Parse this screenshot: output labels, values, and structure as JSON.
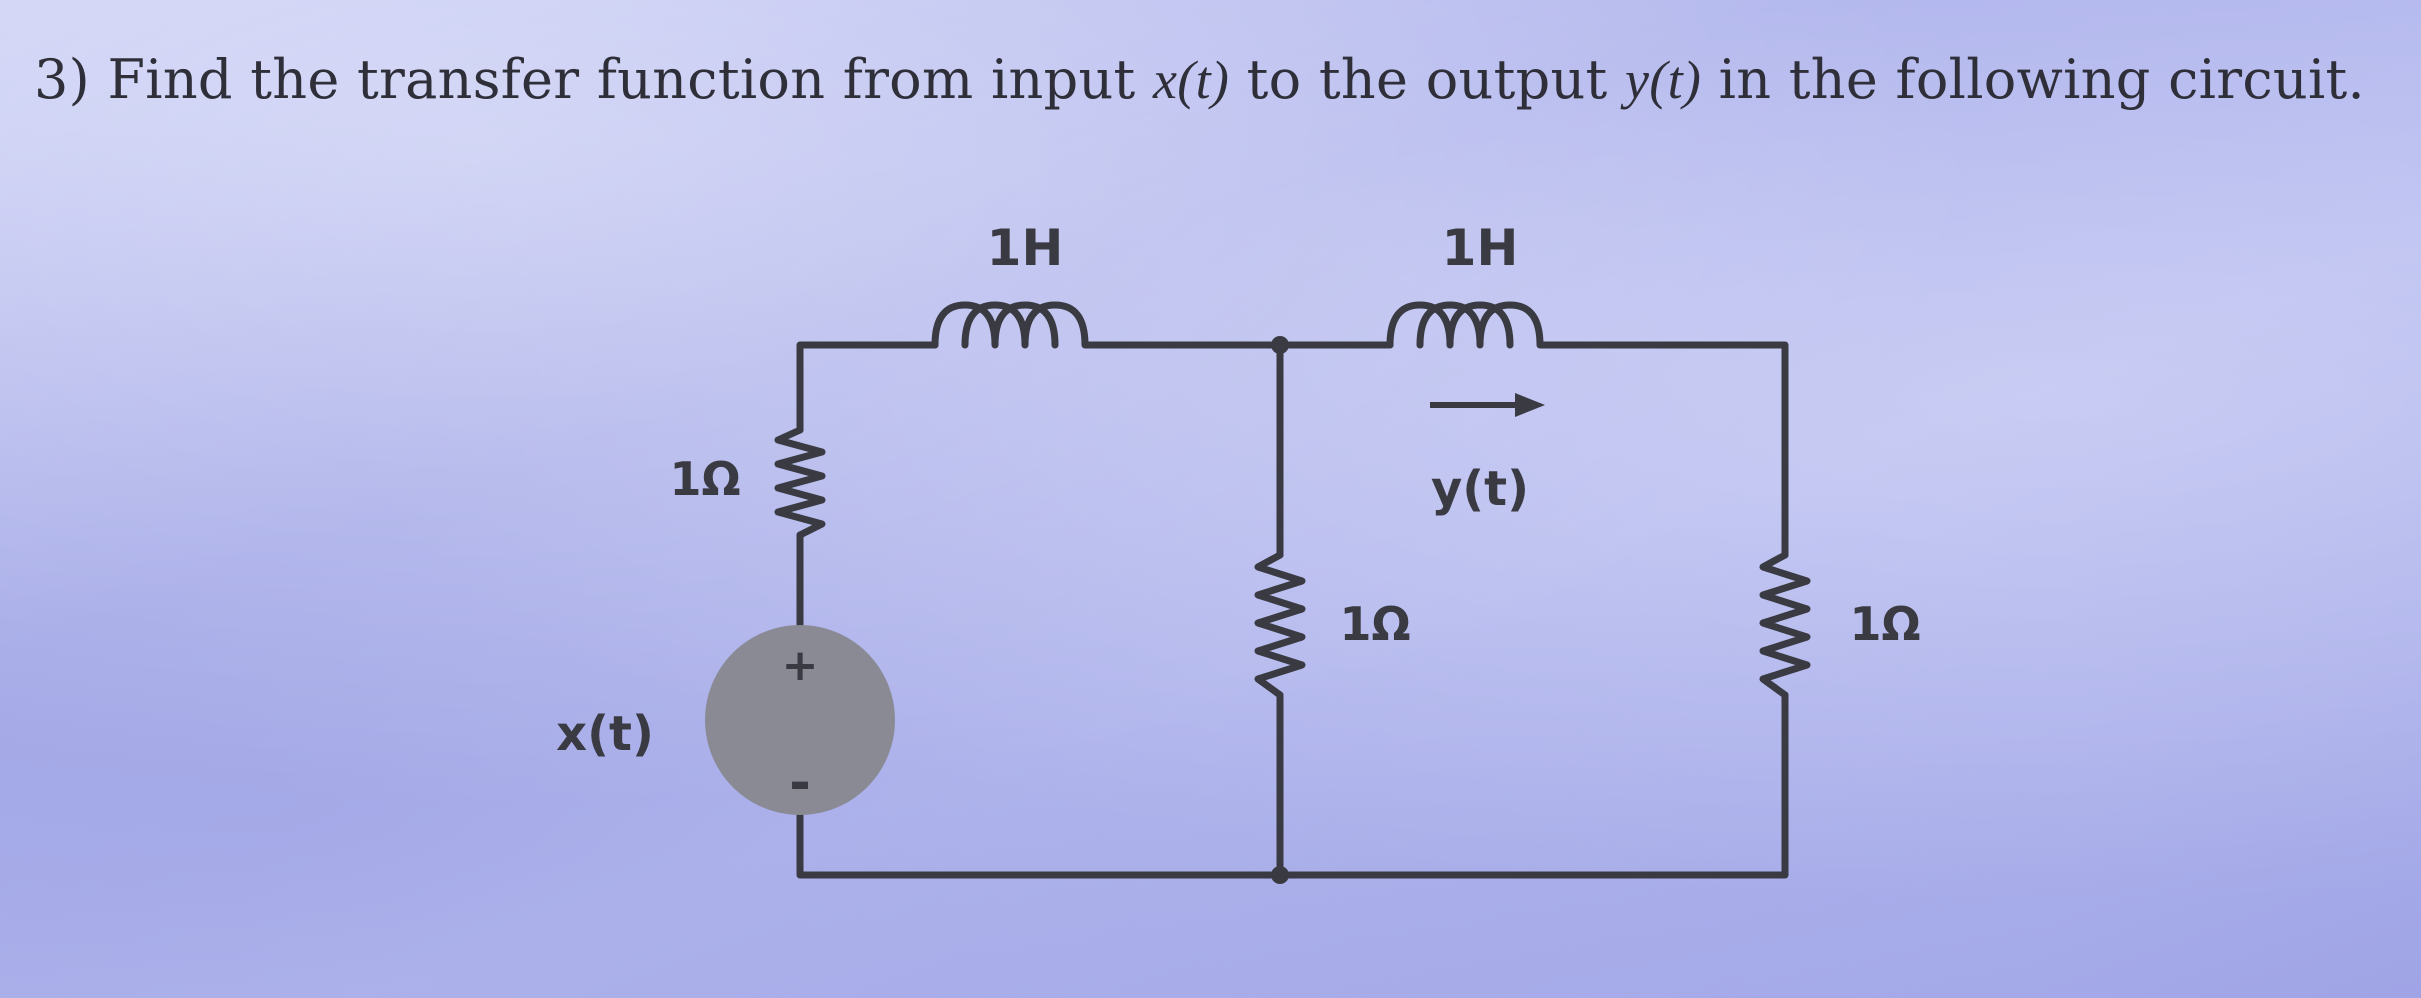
{
  "question": {
    "number": "3)",
    "text_before": "Find the transfer function from input",
    "input_var": "x(t)",
    "text_middle": "to the output",
    "output_var": "y(t)",
    "text_after": "in the following circuit."
  },
  "circuit": {
    "inductor_1_label": "1H",
    "inductor_2_label": "1H",
    "resistor_source_label": "1Ω",
    "resistor_middle_label": "1Ω",
    "resistor_right_label": "1Ω",
    "source_label": "x(t)",
    "source_plus": "+",
    "source_minus": "-",
    "output_label": "y(t)"
  }
}
